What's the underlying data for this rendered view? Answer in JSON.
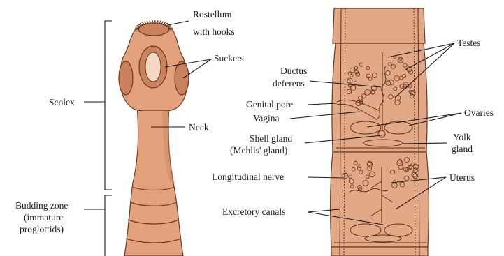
{
  "colors": {
    "body_fill": "#e4a27c",
    "body_shade": "#c9825d",
    "segment_fill": "#e3a986",
    "outline": "#6b3a22",
    "label_text": "#1a1a1a",
    "background": "#ffffff"
  },
  "labels": {
    "rostellum_line1": "Rostellum",
    "rostellum_line2": "with hooks",
    "suckers": "Suckers",
    "scolex": "Scolex",
    "neck": "Neck",
    "budding_line1": "Budding zone",
    "budding_line2": "(immature",
    "budding_line3": "proglottids)",
    "ductus_line1": "Ductus",
    "ductus_line2": "deferens",
    "genital_pore": "Genital pore",
    "vagina": "Vagina",
    "shell_gland_line1": "Shell gland",
    "shell_gland_line2": "(Mehlis' gland)",
    "longitudinal_nerve": "Longitudinal nerve",
    "excretory_canals": "Excretory canals",
    "testes": "Testes",
    "ovaries": "Ovaries",
    "yolk_line1": "Yolk",
    "yolk_line2": "gland",
    "uterus": "Uterus"
  }
}
